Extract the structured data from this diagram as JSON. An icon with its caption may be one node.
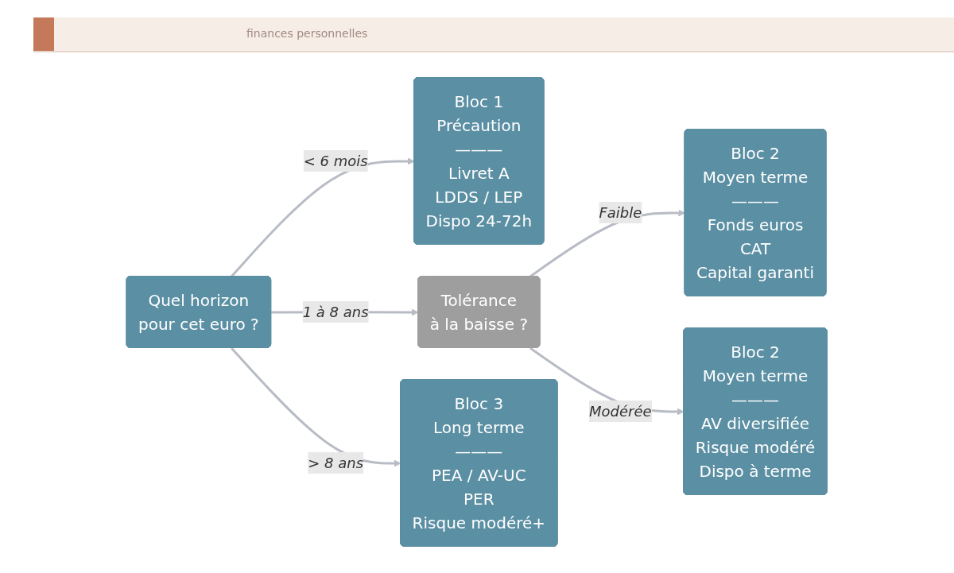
{
  "diagram": {
    "nodes": [
      {
        "text": [
          "Quel horizon",
          "pour cet euro ?"
        ]
      },
      {
        "text": [
          "Bloc 1",
          "Précaution",
          "———",
          "Livret A",
          "LDDS / LEP",
          "Dispo 24-72h"
        ]
      },
      {
        "text": [
          "Bloc 2",
          "Moyen terme",
          "———",
          "Fonds euros",
          "CAT",
          "Capital garanti"
        ]
      },
      {
        "text": [
          "Tolérance",
          "à la baisse ?"
        ]
      },
      {
        "text": [
          "Bloc 2",
          "Moyen terme",
          "———",
          "AV diversifiée",
          "Risque modéré",
          "Dispo à terme"
        ]
      },
      {
        "text": [
          "Bloc 3",
          "Long terme",
          "———",
          "PEA / AV-UC",
          "PER",
          "Risque modéré+"
        ]
      }
    ],
    "edges": [
      {
        "from": 0,
        "to": 1,
        "arrow": "to",
        "label": "< 6 mois"
      },
      {
        "from": 0,
        "to": 3,
        "arrow": "to",
        "label": "1 à 8 ans"
      },
      {
        "from": 0,
        "to": 5,
        "arrow": "to",
        "label": "> 8 ans"
      },
      {
        "from": 3,
        "to": 2,
        "arrow": "to",
        "label": "Faible"
      },
      {
        "from": 3,
        "to": 4,
        "arrow": "to",
        "label": "Modérée"
      }
    ],
    "labels": [
      "finances personnelles"
    ]
  }
}
